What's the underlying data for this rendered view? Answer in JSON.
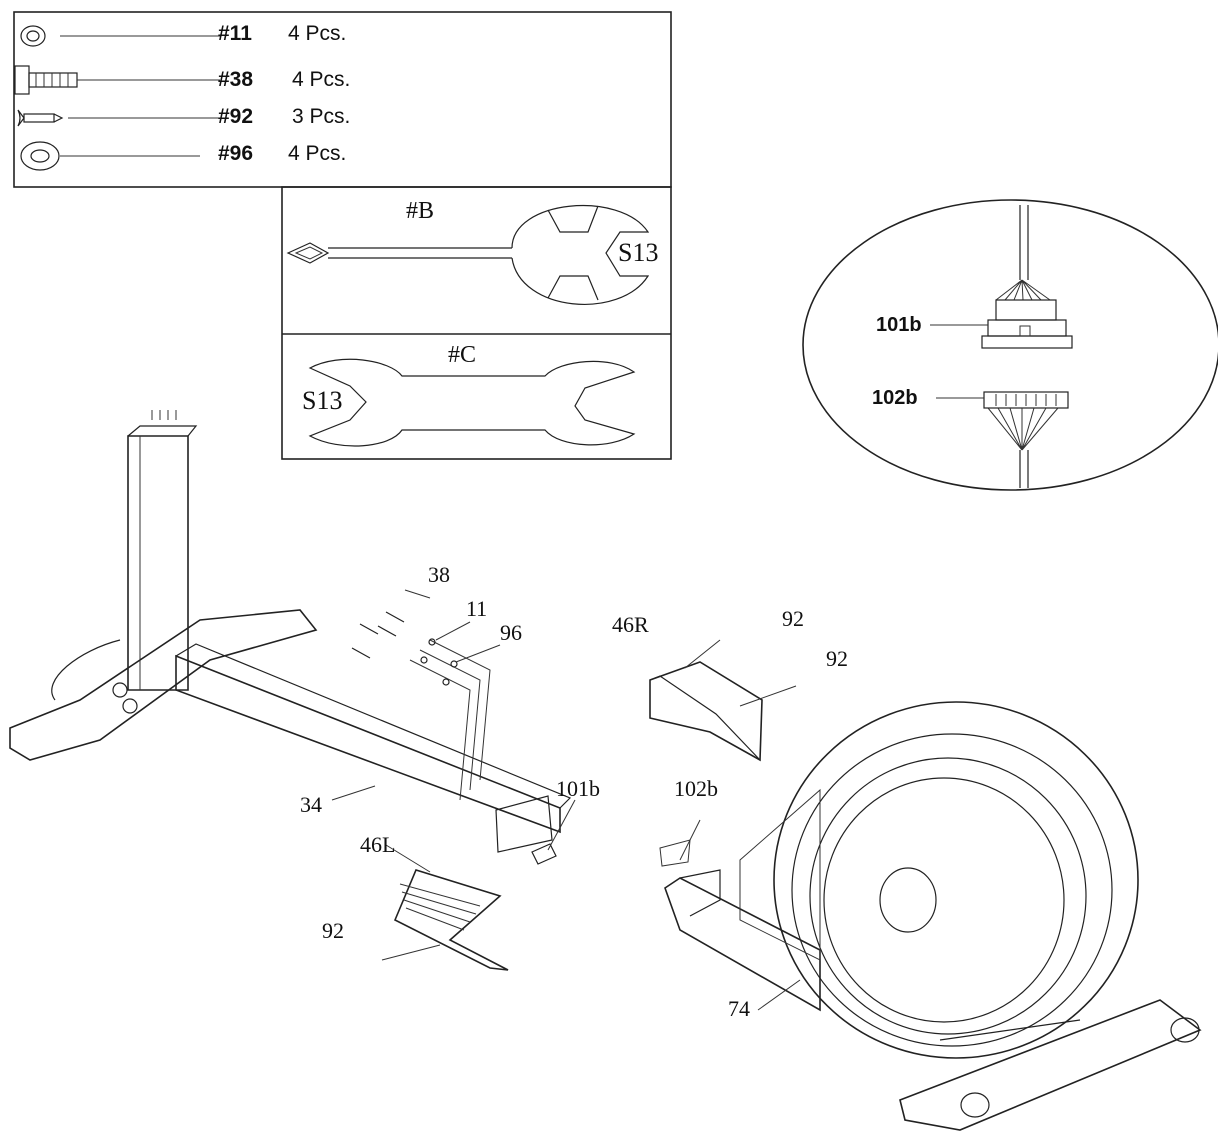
{
  "hardware_list": [
    {
      "code": "#11",
      "qty": "4 Pcs.",
      "icon": "washer-icon"
    },
    {
      "code": "#38",
      "qty": "4 Pcs.",
      "icon": "bolt-icon"
    },
    {
      "code": "#92",
      "qty": "3 Pcs.",
      "icon": "screw-icon"
    },
    {
      "code": "#96",
      "qty": "4 Pcs.",
      "icon": "flat-washer-icon"
    }
  ],
  "tools": {
    "b": {
      "name": "#B",
      "size": "S13"
    },
    "c": {
      "name": "#C",
      "size": "S13"
    }
  },
  "connector_detail": {
    "upper": "101b",
    "lower": "102b"
  },
  "part_labels": {
    "p38": "38",
    "p11": "11",
    "p96": "96",
    "p46r": "46R",
    "p92a": "92",
    "p92b": "92",
    "p101b": "101b",
    "p102b": "102b",
    "p34": "34",
    "p46l": "46L",
    "p92c": "92",
    "p74": "74"
  }
}
